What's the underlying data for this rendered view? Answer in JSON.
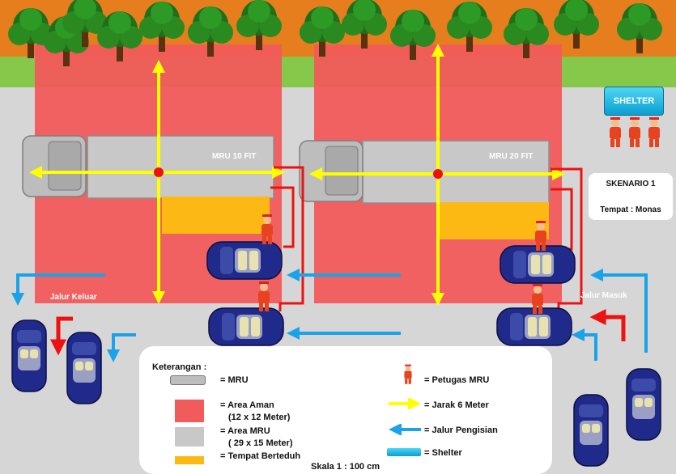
{
  "scenario": {
    "title": "SKENARIO 1",
    "place": "Tempat : Monas"
  },
  "shelter": {
    "label": "SHELTER"
  },
  "trucks": [
    {
      "label": "MRU 10 FIT"
    },
    {
      "label": "MRU 20 FIT"
    }
  ],
  "lanes": {
    "exit": "Jalur Keluar",
    "entry": "Jalur Masuk"
  },
  "legend": {
    "title": "Keterangan :",
    "items_left": [
      "= MRU",
      "= Area Aman",
      "(12 x 12 Meter)",
      "= Area MRU",
      "( 29 x 15 Meter)",
      "= Tempat Berteduh"
    ],
    "items_right": [
      "= Petugas  MRU",
      "= Jarak 6 Meter",
      "= Jalur Pengisian",
      "= Shelter"
    ],
    "scale": "Skala 1 : 100 cm"
  },
  "colors": {
    "safe_area": "#f25b5b",
    "mru_area": "#c8c8c8",
    "shelter_area": "#fdb913",
    "distance_arrow": "#ffff00",
    "fill_lane": "#1aa3e8",
    "red_arrow": "#ee1111",
    "grass": "#86c94a",
    "soil": "#e67e1e",
    "car": "#1f2a8a"
  },
  "icons": [
    "tree-icon",
    "truck-icon",
    "car-icon",
    "officer-icon",
    "arrow-icon",
    "shelter-icon"
  ]
}
